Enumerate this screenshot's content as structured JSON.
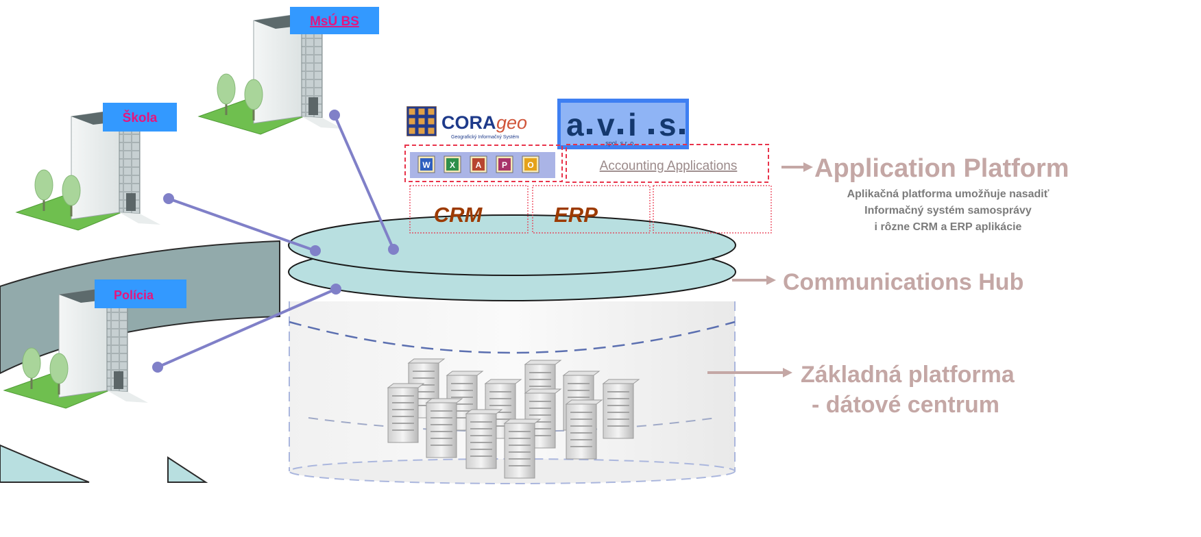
{
  "buildings": {
    "msu": {
      "label": "MsÚ BS"
    },
    "skola": {
      "label": "Škola"
    },
    "policia": {
      "label": "Polícia"
    }
  },
  "logos": {
    "corageo": {
      "name_main": "CORA",
      "name_accent": "geo",
      "tagline": "Geografický Informačný Systém"
    },
    "avis": {
      "letters": [
        "a",
        "v",
        "i",
        "s"
      ],
      "sub": "spol. s r. o."
    }
  },
  "platform": {
    "accounting_label": "Accounting Applications",
    "crm_label": "CRM",
    "erp_label": "ERP"
  },
  "labels": {
    "application_platform": "Application Platform",
    "application_desc": [
      "Aplikačná platforma umožňuje nasadiť",
      "Informačný systém samosprávy",
      "i rôzne CRM a ERP aplikácie"
    ],
    "communications_hub": "Communications Hub",
    "zakladna_line1": "Základná platforma",
    "zakladna_line2": "- dátové centrum"
  },
  "colors": {
    "label_box": "#3399ff",
    "label_text": "#e6157d",
    "disc": "#b8dfe0",
    "ring": "#8fa9aa",
    "connector": "#8080c8",
    "caption_rose": "#c4a7a5",
    "crm_text": "#9c3a00",
    "dashed_red": "#e8334a"
  },
  "office_icons": [
    "word-icon",
    "excel-icon",
    "access-icon",
    "powerpoint-icon",
    "outlook-icon"
  ]
}
